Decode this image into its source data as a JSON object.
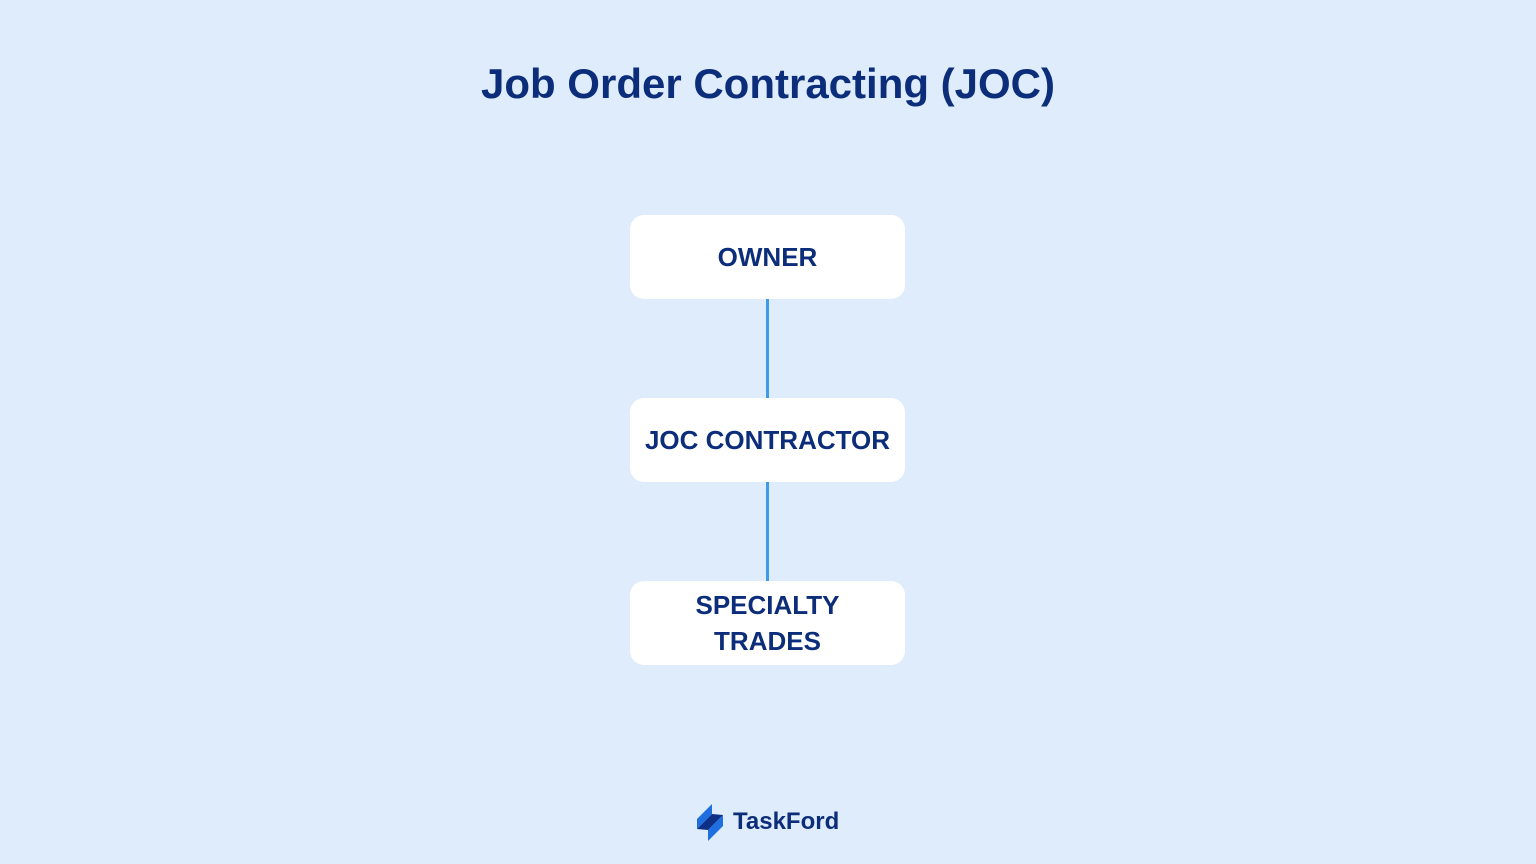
{
  "title": "Job Order Contracting (JOC)",
  "nodes": [
    {
      "lines": [
        "OWNER"
      ]
    },
    {
      "lines": [
        "JOC CONTRACTOR"
      ]
    },
    {
      "lines": [
        "SPECIALTY",
        "TRADES"
      ]
    }
  ],
  "brand": {
    "name": "TaskFord",
    "icon": "taskford-logo-icon"
  },
  "colors": {
    "background": "#deecfb",
    "text": "#0c2d7a",
    "connector": "#3d9be9",
    "node_fill": "#ffffff"
  }
}
